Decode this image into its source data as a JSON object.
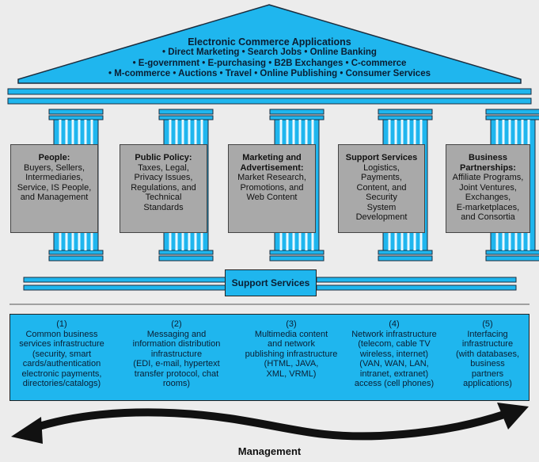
{
  "roof": {
    "title": "Electronic Commerce Applications",
    "lines": [
      "• Direct Marketing • Search Jobs • Online Banking",
      "• E-government • E-purchasing • B2B Exchanges • C-commerce",
      "• M-commerce • Auctions • Travel • Online Publishing • Consumer Services"
    ]
  },
  "pillars": [
    {
      "head": "People:",
      "lines": [
        "Buyers, Sellers,",
        "Intermediaries,",
        "Service, IS People,",
        "and Management"
      ]
    },
    {
      "head": "Public Policy:",
      "lines": [
        "Taxes, Legal,",
        "Privacy Issues,",
        "Regulations, and",
        "Technical",
        "Standards"
      ]
    },
    {
      "head": "Marketing and",
      "head2": "Advertisement:",
      "lines": [
        "Market Research,",
        "Promotions, and",
        "Web Content"
      ]
    },
    {
      "head": "Support Services",
      "lines": [
        "Logistics,",
        "Payments,",
        "Content, and",
        "Security",
        "System",
        "Development"
      ]
    },
    {
      "head": "Business",
      "head2": "Partnerships:",
      "lines": [
        "Affiliate Programs,",
        "Joint Ventures,",
        "Exchanges,",
        "E-marketplaces,",
        "and Consortia"
      ]
    }
  ],
  "support_services_label": "Support Services",
  "infrastructure": [
    {
      "num": "(1)",
      "lines": [
        "Common business",
        "services infrastructure",
        "(security, smart",
        "cards/authentication",
        "electronic payments,",
        "directories/catalogs)"
      ]
    },
    {
      "num": "(2)",
      "lines": [
        "Messaging and",
        "information distribution",
        "infrastructure",
        "(EDI, e-mail, hypertext",
        "transfer protocol, chat",
        "rooms)"
      ]
    },
    {
      "num": "(3)",
      "lines": [
        "Multimedia content",
        "and network",
        "publishing infrastructure",
        "(HTML, JAVA,",
        "XML, VRML)"
      ]
    },
    {
      "num": "(4)",
      "lines": [
        "Network infrastructure",
        "(telecom, cable TV",
        "wireless, internet)",
        "(VAN, WAN, LAN,",
        "intranet, extranet)",
        "access (cell phones)"
      ]
    },
    {
      "num": "(5)",
      "lines": [
        "Interfacing",
        "infrastructure",
        "(with databases,",
        "business",
        "partners",
        "applications)"
      ]
    }
  ],
  "management_label": "Management",
  "colors": {
    "cyan": "#1fb6ee",
    "dark": "#0a1e33",
    "grey_box": "#a9a9a9",
    "background": "#ececec"
  }
}
